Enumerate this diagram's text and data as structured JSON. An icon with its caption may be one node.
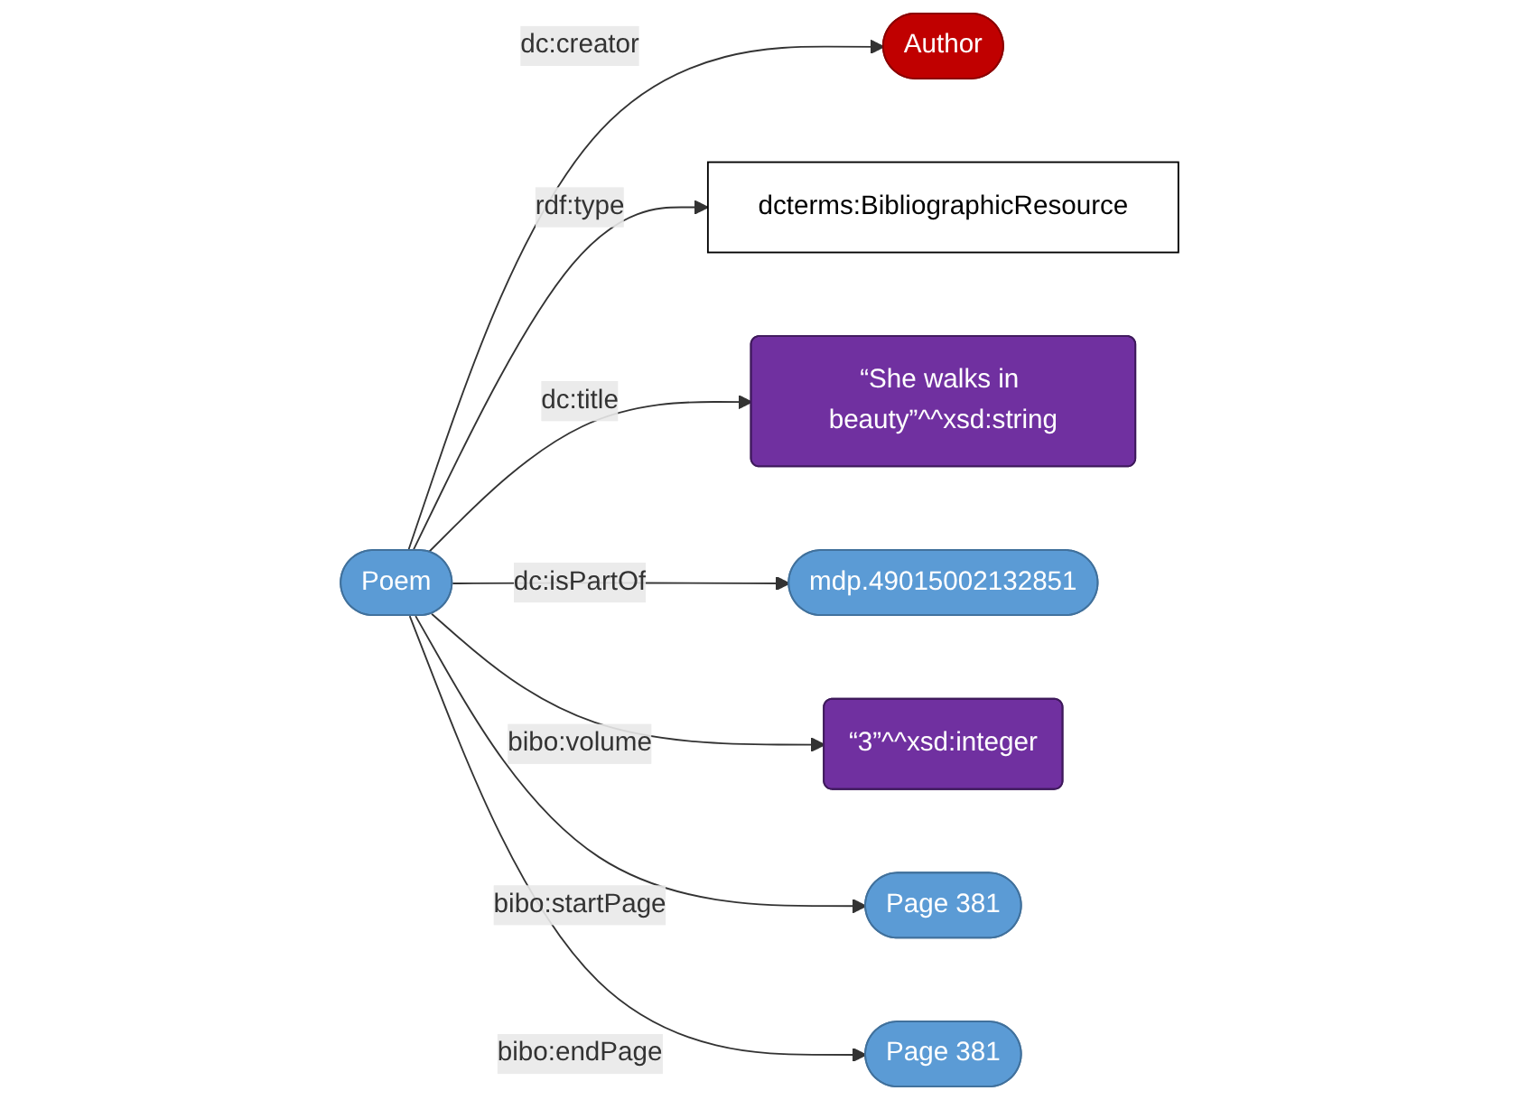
{
  "diagram": {
    "nodes": [
      {
        "text": [
          "Author"
        ]
      },
      {
        "text": [
          "dcterms:BibliographicResource"
        ]
      },
      {
        "text": [
          "“She walks in beauty”^^xsd:string"
        ]
      },
      {
        "text": [
          "Poem"
        ]
      },
      {
        "text": [
          "mdp.49015002132851"
        ]
      },
      {
        "text": [
          "“3”^^xsd:integer"
        ]
      },
      {
        "text": [
          "Page 381"
        ]
      },
      {
        "text": [
          "Page 381"
        ]
      }
    ],
    "edges": [
      {
        "from": 3,
        "to": 0,
        "arrow": "to",
        "label": "dc:creator"
      },
      {
        "from": 3,
        "to": 1,
        "arrow": "to",
        "label": "rdf:type"
      },
      {
        "from": 3,
        "to": 2,
        "arrow": "to",
        "label": "dc:title"
      },
      {
        "from": 3,
        "to": 4,
        "arrow": "to",
        "label": "dc:isPartOf"
      },
      {
        "from": 3,
        "to": 5,
        "arrow": "to",
        "label": "bibo:volume"
      },
      {
        "from": 3,
        "to": 6,
        "arrow": "to",
        "label": "bibo:startPage"
      },
      {
        "from": 3,
        "to": 7,
        "arrow": "to",
        "label": "bibo:endPage"
      }
    ]
  }
}
